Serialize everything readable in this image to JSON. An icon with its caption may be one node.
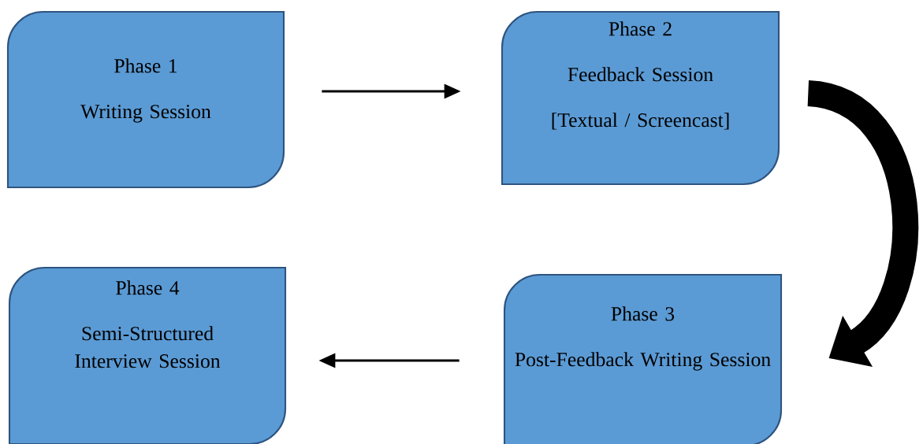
{
  "diagram": {
    "nodes": [
      {
        "text": [
          "Phase 1",
          "Writing Session"
        ]
      },
      {
        "text": [
          "Phase 2",
          "Feedback Session",
          "[Textual / Screencast]"
        ]
      },
      {
        "text": [
          "Phase 3",
          "Post-Feedback Writing Session"
        ]
      },
      {
        "text": [
          "Phase 4",
          "Semi-Structured Interview Session"
        ]
      }
    ],
    "edges": [
      {
        "from": 0,
        "to": 1,
        "arrow": "to"
      },
      {
        "from": 1,
        "to": 2,
        "arrow": "to",
        "style": "thick"
      },
      {
        "from": 2,
        "to": 3,
        "arrow": "to"
      }
    ]
  }
}
